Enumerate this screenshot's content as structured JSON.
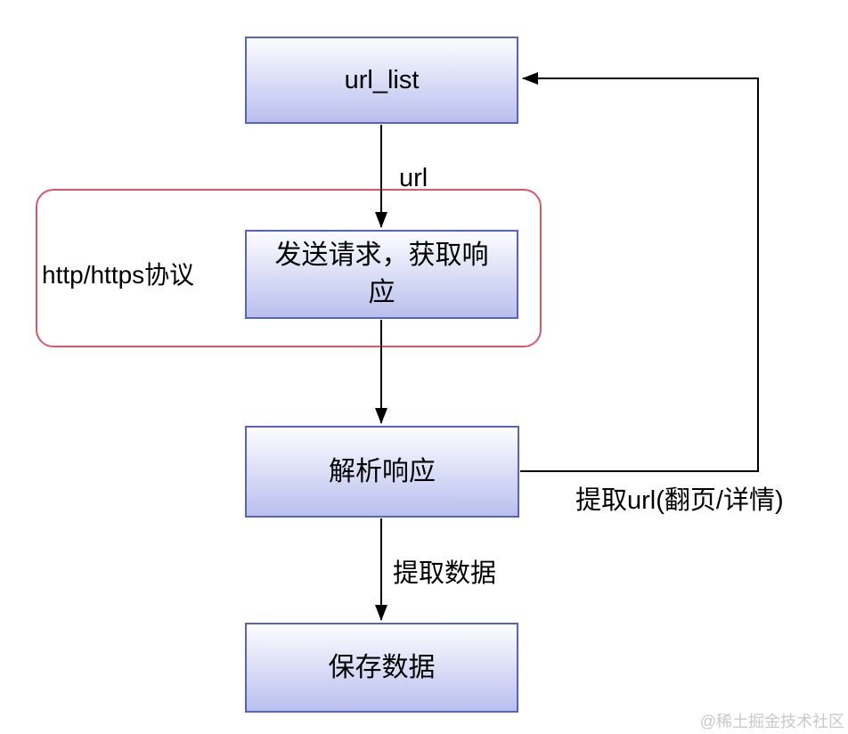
{
  "nodes": {
    "url_list": "url_list",
    "send_request": "发送请求，获取响应",
    "parse_response": "解析响应",
    "save_data": "保存数据"
  },
  "edge_labels": {
    "url": "url",
    "extract_url": "提取url(翻页/详情)",
    "extract_data": "提取数据"
  },
  "annotations": {
    "protocol_note": "http/https协议"
  },
  "watermark": "@稀土掘金技术社区",
  "colors": {
    "node_border": "#5663c4",
    "node_fill_top": "#fdfdff",
    "node_fill_bottom": "#b9bfee",
    "container_border": "#e0556a",
    "arrow_color": "#000000",
    "watermark_color": "#c9c9c9"
  }
}
